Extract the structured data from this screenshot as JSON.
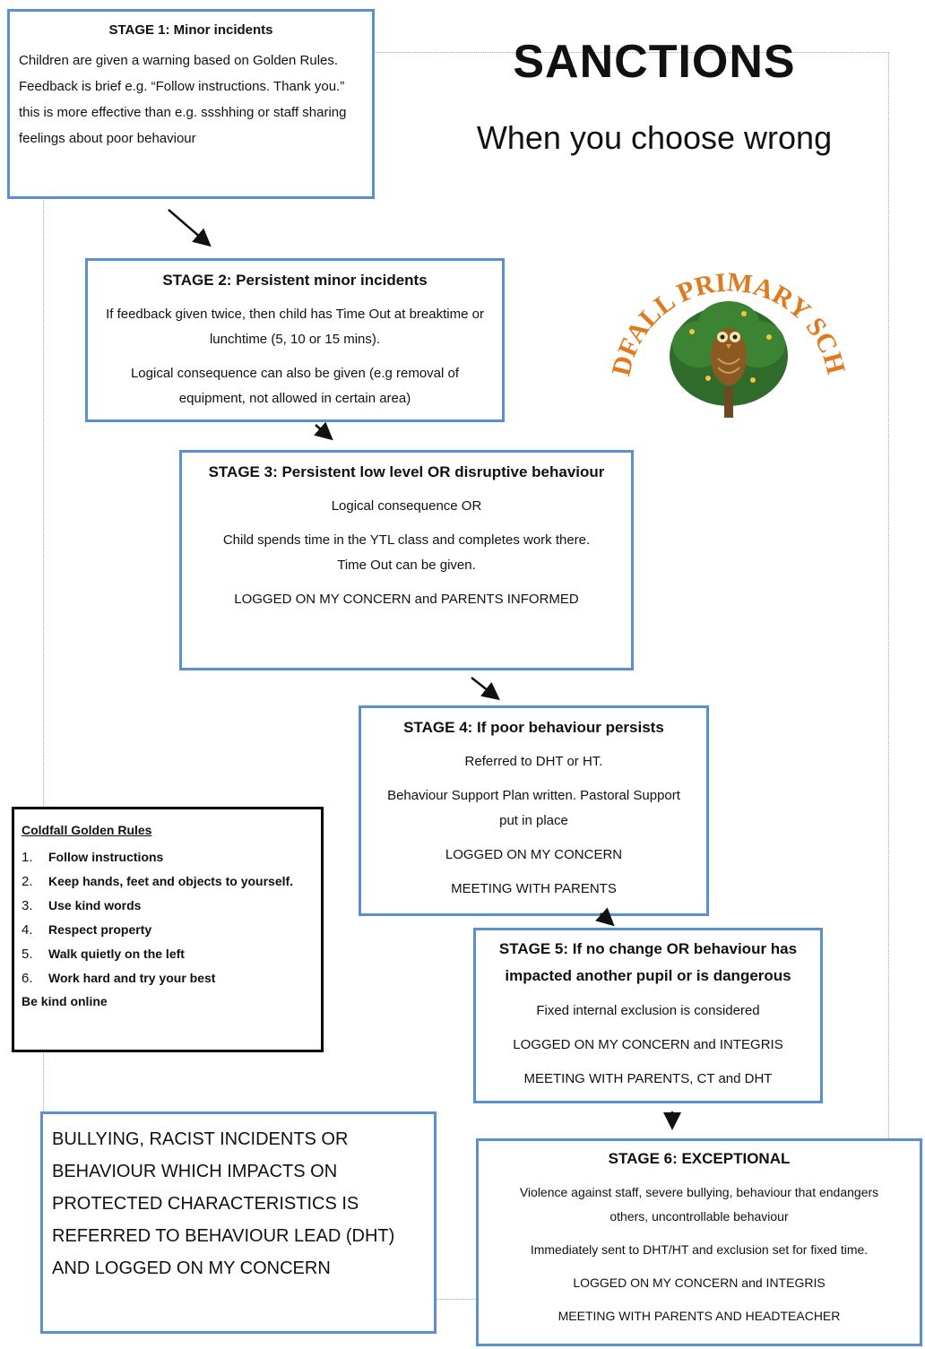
{
  "title": "SANCTIONS",
  "subtitle": "When you choose wrong",
  "logo": {
    "text": "COLDFALL PRIMARY SCHOOL",
    "colors": {
      "text": "#e07a1f",
      "leaves": "#2f6b2a",
      "owl": "#8a5a22"
    }
  },
  "colors": {
    "box_border": "#5b8fd0",
    "rules_border": "#000000"
  },
  "stages": [
    {
      "title": "STAGE 1: Minor  incidents",
      "lines": [
        "Children are given a warning based on Golden Rules. Feedback is brief e.g. “Follow instructions. Thank you.” this is more effective than e.g. ssshhing or staff sharing feelings about poor behaviour"
      ]
    },
    {
      "title": "STAGE 2: Persistent minor incidents",
      "lines": [
        "If feedback given twice, then child has Time Out at breaktime or lunchtime (5, 10 or 15 mins).",
        "Logical consequence can also be given (e.g removal of equipment, not allowed in certain area)"
      ]
    },
    {
      "title": "STAGE 3: Persistent low level OR disruptive behaviour",
      "lines": [
        "Logical consequence OR",
        "Child spends time in the YTL class and completes work there.  Time Out can be given.",
        "LOGGED ON MY CONCERN and PARENTS INFORMED"
      ]
    },
    {
      "title": "STAGE 4: If poor behaviour persists",
      "lines": [
        "Referred to DHT or HT.",
        "Behaviour Support Plan written. Pastoral Support put in place",
        "LOGGED ON MY CONCERN",
        "MEETING WITH PARENTS"
      ]
    },
    {
      "title": "STAGE 5: If no change OR behaviour has impacted another pupil or is dangerous",
      "lines": [
        "Fixed internal exclusion is considered",
        "LOGGED ON MY CONCERN and INTEGRIS",
        "MEETING WITH PARENTS, CT and DHT"
      ]
    },
    {
      "title": "STAGE 6: EXCEPTIONAL",
      "lines": [
        "Violence against staff, severe bullying, behaviour that endangers others, uncontrollable behaviour",
        "Immediately sent to DHT/HT and exclusion set for fixed time.",
        "LOGGED ON MY CONCERN and INTEGRIS",
        "MEETING WITH PARENTS AND HEADTEACHER"
      ]
    }
  ],
  "golden_rules": {
    "heading": "Coldfall Golden Rules",
    "items": [
      {
        "num": "1.",
        "text": "Follow instructions"
      },
      {
        "num": "2.",
        "text": "Keep hands, feet and objects to yourself."
      },
      {
        "num": "3.",
        "text": "Use kind words"
      },
      {
        "num": "4.",
        "text": "Respect property"
      },
      {
        "num": "5.",
        "text": "Walk quietly on the left"
      },
      {
        "num": "6.",
        "text": "Work hard and try your best"
      }
    ],
    "extra": "Be kind online"
  },
  "bullying_note": "BULLYING, RACIST INCIDENTS OR BEHAVIOUR WHICH IMPACTS ON PROTECTED CHARACTERISTICS IS REFERRED TO BEHAVIOUR LEAD (DHT) AND LOGGED ON MY CONCERN"
}
